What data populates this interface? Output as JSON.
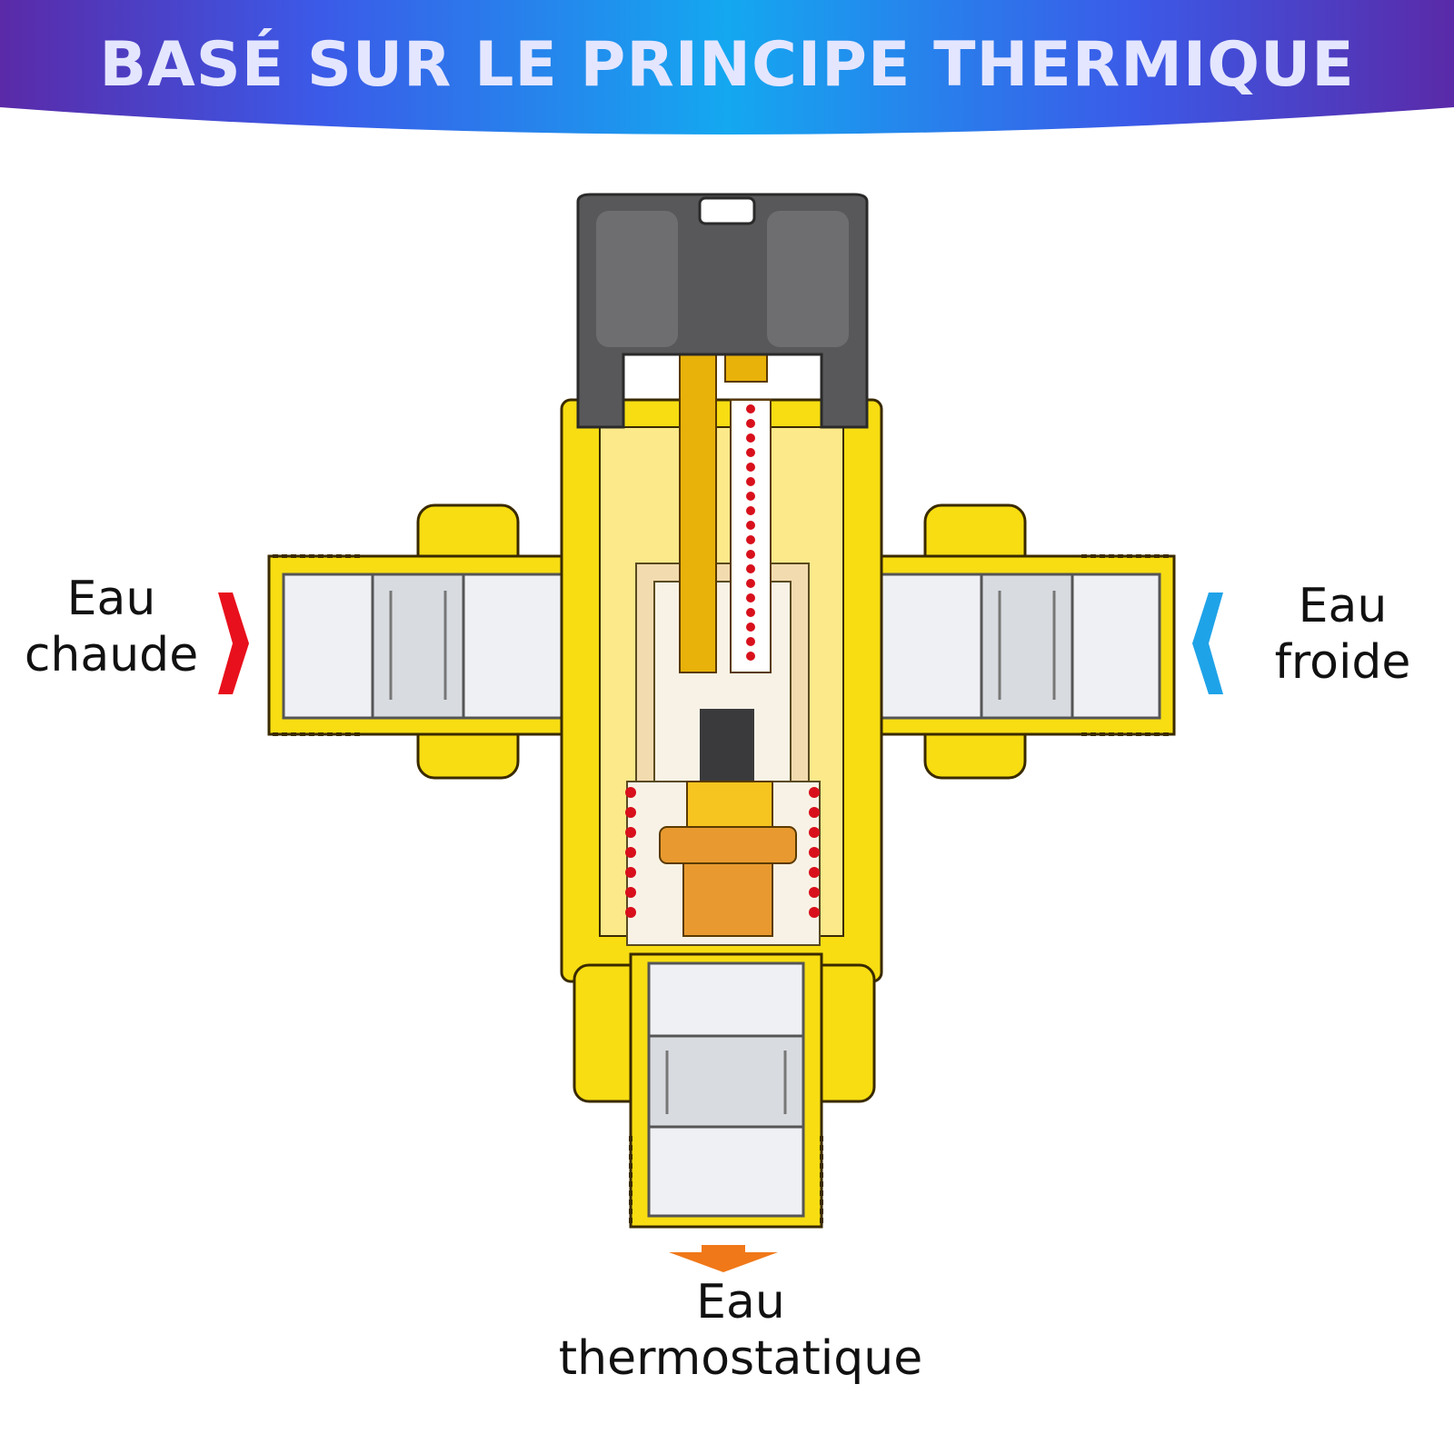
{
  "header": {
    "title": "BASÉ SUR LE PRINCIPE THERMIQUE"
  },
  "labels": {
    "hot": {
      "line1": "Eau",
      "line2": "chaude"
    },
    "cold": {
      "line1": "Eau",
      "line2": "froide"
    },
    "mixed": {
      "line1": "Eau",
      "line2": "thermostatique"
    }
  },
  "colors": {
    "hot_arrow": "#e8101c",
    "cold_arrow": "#1fa3e8",
    "mixed_arrow": "#f07818",
    "brass": "#f7dd12",
    "cap": "#58585a"
  }
}
